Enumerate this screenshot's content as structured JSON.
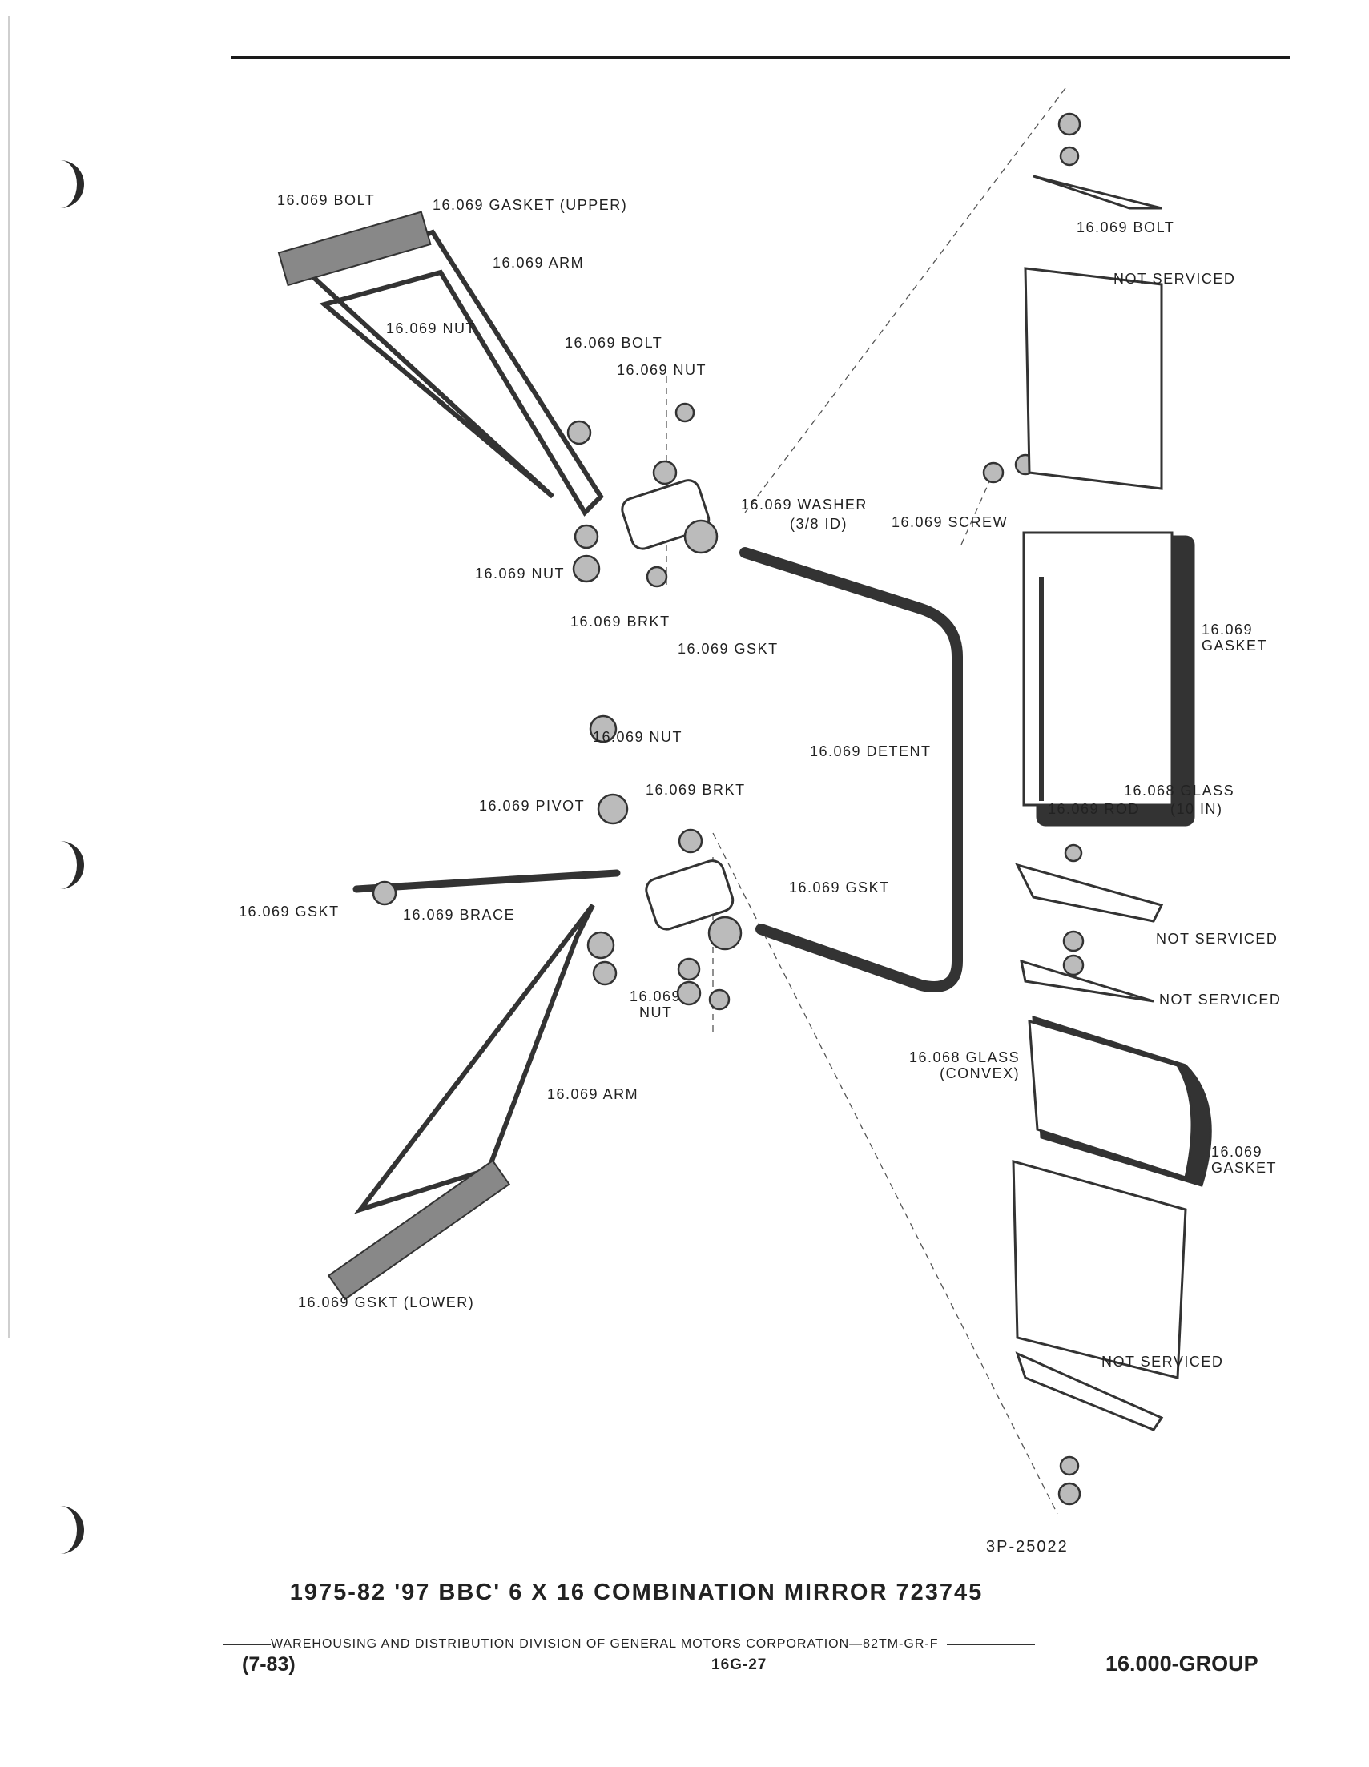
{
  "title": "1975-82 '97 BBC' 6 X 16 COMBINATION MIRROR 723745",
  "ref_code": "3P-25022",
  "labels": {
    "upper_bolt": "16.069 BOLT",
    "gasket_upper": "16.069 GASKET (UPPER)",
    "upper_arm": "16.069 ARM",
    "upper_nut": "16.069 NUT",
    "bracket_bolt": "16.069 BOLT",
    "bracket_nut": "16.069 NUT",
    "washer": [
      "16.069 WASHER",
      "(3/8 ID)"
    ],
    "upper_cap_nut": "16.069 NUT",
    "upper_bracket": "16.069 BRKT",
    "upper_gskt": "16.069 GSKT",
    "lower_nut": "16.069 NUT",
    "detent": "16.069 DETENT",
    "lower_bracket": "16.069 BRKT",
    "pivot": "16.069 PIVOT",
    "lower_gskt": "16.069 GSKT",
    "brace_gskt": "16.069 GSKT",
    "brace": "16.069 BRACE",
    "lower_nut2": [
      "16.069",
      "NUT"
    ],
    "lower_arm": "16.069 ARM",
    "gskt_lower": "16.069 GSKT (LOWER)",
    "mirror_bolt": "16.069 BOLT",
    "not_serviced": "NOT SERVICED",
    "screw": "16.069 SCREW",
    "glass_gasket": [
      "16.069",
      "GASKET"
    ],
    "glass_10in": [
      "16.068 GLASS",
      "(10 IN)"
    ],
    "rod": "16.069 ROD",
    "glass_convex": [
      "16.068 GLASS",
      "(CONVEX)"
    ],
    "convex_gasket": [
      "16.069",
      "GASKET"
    ]
  },
  "footer": {
    "division": "WAREHOUSING AND DISTRIBUTION DIVISION OF GENERAL MOTORS CORPORATION—82TM-GR-F",
    "date": "(7-83)",
    "page": "16G-27",
    "group": "16.000-GROUP"
  }
}
